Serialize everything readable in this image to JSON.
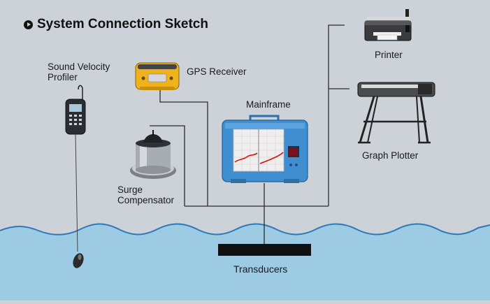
{
  "title": "System Connection Sketch",
  "labels": {
    "svp_line1": "Sound Velocity",
    "svp_line2": "Profiler",
    "gps": "GPS Receiver",
    "mainframe": "Mainframe",
    "printer": "Printer",
    "plotter": "Graph Plotter",
    "surge_line1": "Surge",
    "surge_line2": "Compensator",
    "transducers": "Transducers"
  },
  "colors": {
    "background": "#ccd2d8",
    "water": "#9ccbe3",
    "wave_line": "#2f78b8",
    "connector": "#2b2b2b",
    "mainframe_blue": "#3f8fd0",
    "gps_yellow": "#f0b21c"
  },
  "icons": {
    "svp": "handheld-profiler-icon",
    "gps": "gps-receiver-icon",
    "mainframe": "mainframe-case-icon",
    "printer": "printer-icon",
    "plotter": "graph-plotter-icon",
    "surge": "surge-compensator-icon",
    "transducer": "transducer-bar-icon"
  }
}
